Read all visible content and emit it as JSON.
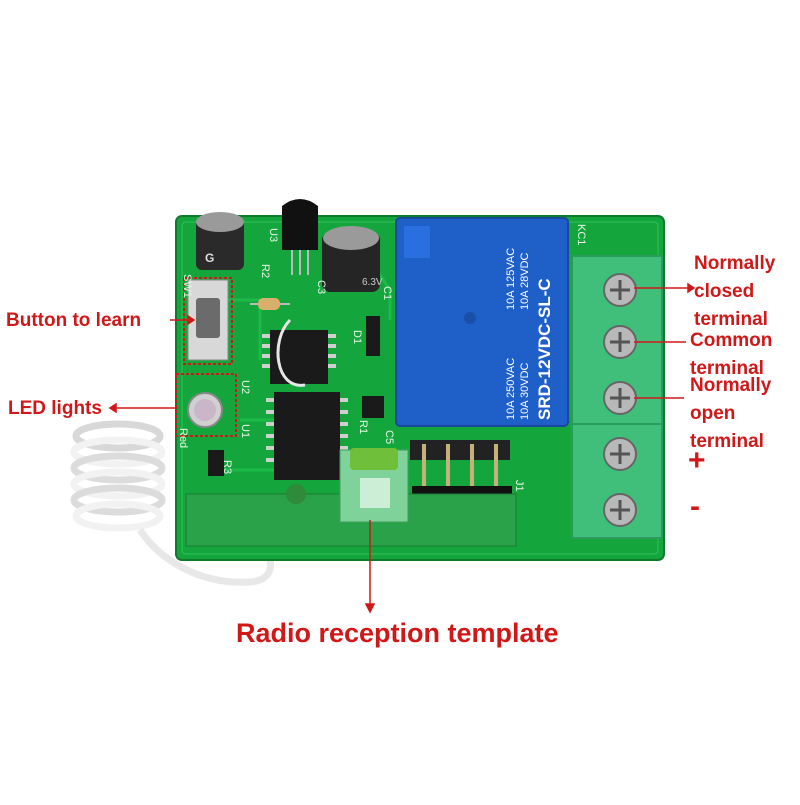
{
  "labels": {
    "button_to_learn": "Button to learn",
    "led_lights": "LED lights",
    "normally_closed": [
      "Normally",
      "closed",
      "terminal"
    ],
    "common": [
      "Common",
      "terminal"
    ],
    "normally_open": [
      "Normally",
      "open",
      "terminal"
    ],
    "plus": "+",
    "minus": "-",
    "radio_reception": "Radio reception template"
  },
  "board": {
    "relay_text": [
      "10A 250VAC",
      "10A 125VAC",
      "10A 30VDC",
      "10A 28VDC",
      "SRD-12VDC-SL-C"
    ],
    "silkscreen": {
      "sw1": "SW1",
      "r2": "R2",
      "u3": "U3",
      "c3": "C3",
      "c1": "C1",
      "d1": "D1",
      "u2": "U2",
      "u1": "U1",
      "r1": "R1",
      "c5": "C5",
      "r3": "R3",
      "red": "Red",
      "kc1": "KC1",
      "j1": "J1"
    }
  },
  "colors": {
    "label_red": "#d01818",
    "pcb_green": "#14a63c",
    "relay_blue": "#1f5fc8",
    "terminal_green": "#3fbf7a"
  }
}
